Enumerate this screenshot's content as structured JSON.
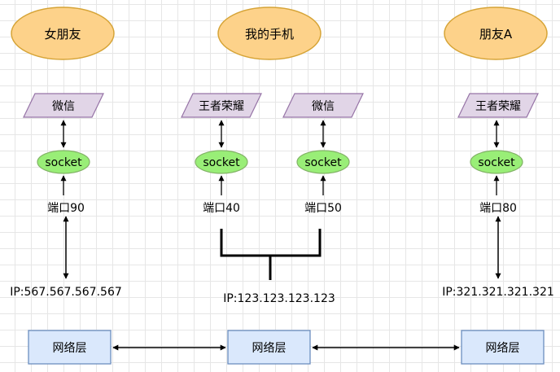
{
  "devices": {
    "girlfriend": "女朋友",
    "my_phone": "我的手机",
    "friend_a": "朋友A"
  },
  "apps": {
    "girlfriend_wechat": "微信",
    "my_game": "王者荣耀",
    "my_wechat": "微信",
    "friend_game": "王者荣耀"
  },
  "sockets": {
    "girlfriend": "socket",
    "my_game": "socket",
    "my_wechat": "socket",
    "friend": "socket"
  },
  "ports": {
    "girlfriend": "端口90",
    "my_game": "端口40",
    "my_wechat": "端口50",
    "friend": "端口80"
  },
  "ips": {
    "girlfriend": "IP:567.567.567.567",
    "my_phone": "IP:123.123.123.123",
    "friend_a": "IP:321.321.321.321"
  },
  "network": {
    "left": "网络层",
    "center": "网络层",
    "right": "网络层"
  },
  "colors": {
    "device_fill": "#fdd28a",
    "device_stroke": "#d6a437",
    "app_fill": "#e1d5e7",
    "app_stroke": "#9673a6",
    "socket_fill": "#99ee77",
    "socket_stroke": "#82b366",
    "net_fill": "#dae8fc",
    "net_stroke": "#6c8ebf"
  }
}
